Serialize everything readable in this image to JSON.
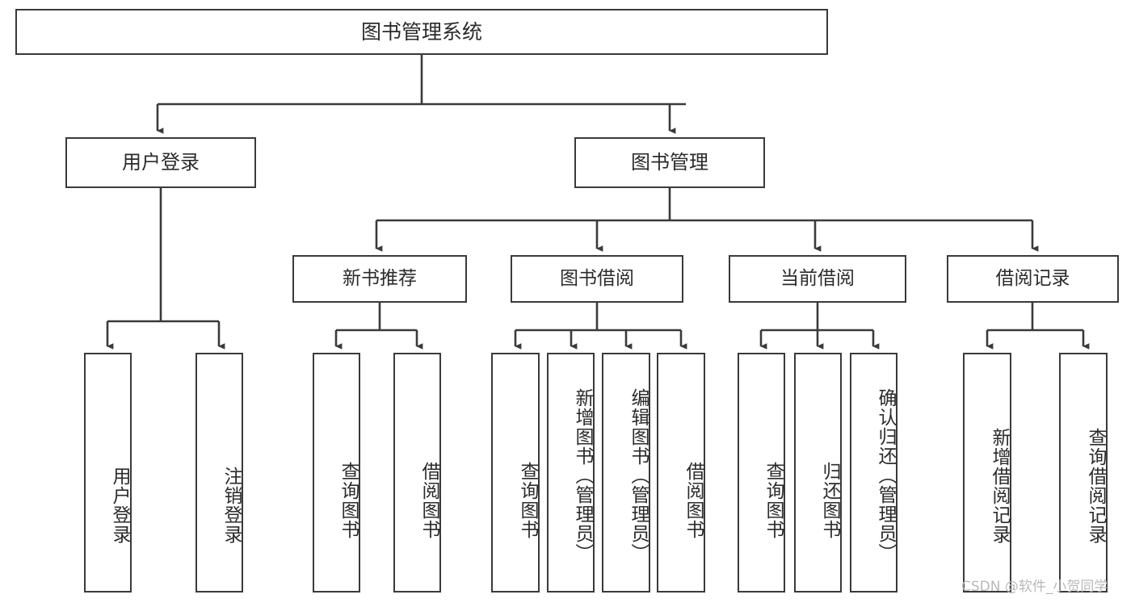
{
  "diagram": {
    "title": "图书管理系统",
    "type": "functional-structure-tree",
    "root": {
      "label": "图书管理系统"
    },
    "level2": [
      {
        "id": "user-login",
        "label": "用户登录"
      },
      {
        "id": "book-management",
        "label": "图书管理"
      }
    ],
    "level3": [
      {
        "id": "new-book-recommend",
        "label": "新书推荐",
        "parent": "book-management"
      },
      {
        "id": "book-borrow",
        "label": "图书借阅",
        "parent": "book-management"
      },
      {
        "id": "current-borrow",
        "label": "当前借阅",
        "parent": "book-management"
      },
      {
        "id": "borrow-record",
        "label": "借阅记录",
        "parent": "book-management"
      }
    ],
    "leaves": [
      {
        "id": "leaf-user-login",
        "label": "用户登录",
        "parent": "user-login"
      },
      {
        "id": "leaf-logout-login",
        "label": "注销登录",
        "parent": "user-login"
      },
      {
        "id": "leaf-query-book-1",
        "label": "查询图书",
        "parent": "new-book-recommend"
      },
      {
        "id": "leaf-borrow-book-1",
        "label": "借阅图书",
        "parent": "new-book-recommend"
      },
      {
        "id": "leaf-query-book-2",
        "label": "查询图书",
        "parent": "book-borrow"
      },
      {
        "id": "leaf-add-book",
        "label": "新增图书（管理员）",
        "parent": "book-borrow"
      },
      {
        "id": "leaf-edit-book",
        "label": "编辑图书（管理员）",
        "parent": "book-borrow"
      },
      {
        "id": "leaf-borrow-book-2",
        "label": "借阅图书",
        "parent": "book-borrow"
      },
      {
        "id": "leaf-query-book-3",
        "label": "查询图书",
        "parent": "current-borrow"
      },
      {
        "id": "leaf-return-book",
        "label": "归还图书",
        "parent": "current-borrow"
      },
      {
        "id": "leaf-confirm-return",
        "label": "确认归还（管理员）",
        "parent": "current-borrow"
      },
      {
        "id": "leaf-add-record",
        "label": "新增借阅记录",
        "parent": "borrow-record"
      },
      {
        "id": "leaf-query-record",
        "label": "查询借阅记录",
        "parent": "borrow-record"
      }
    ]
  },
  "watermark": {
    "text": "CSDN @软件_小贺同学"
  },
  "colors": {
    "stroke": "#3a3a3a",
    "background": "#ffffff",
    "text": "#2b2b2b",
    "watermark": "#b9b9b9"
  }
}
